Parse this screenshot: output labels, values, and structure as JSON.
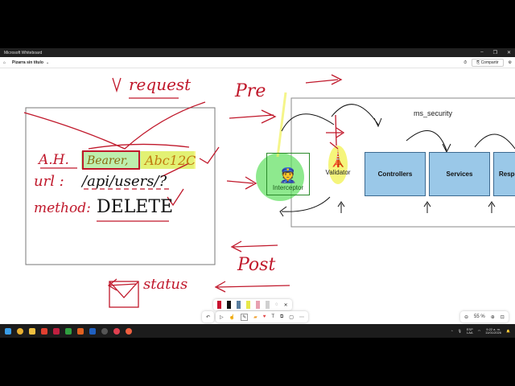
{
  "window": {
    "title": "Microsoft Whiteboard",
    "controls": [
      "–",
      "❐",
      "✕"
    ]
  },
  "appbar": {
    "document_title": "Pizarra sin título",
    "share_label": "Compartir"
  },
  "board": {
    "request_label": "request",
    "pre_label": "Pre",
    "post_label": "Post",
    "status_label": "status",
    "ah_label": "A.H.",
    "bearer": "Bearer,",
    "token": "Abc12C",
    "url_label": "url :",
    "url_value": "/api/users/?",
    "method_label": "method:",
    "method_value": "DELETE",
    "container_title": "ms_security",
    "interceptor": "Interceptor",
    "validator": "Validator",
    "boxes": [
      "Controllers",
      "Services",
      "Resp"
    ]
  },
  "toolbar": {
    "zoom_level": "55 %",
    "pens": [
      "#c8102e",
      "#111111",
      "#5a7fa0",
      "#e8e84a",
      "#e8a0b0",
      "#d0d0d0"
    ]
  },
  "taskbar": {
    "lang": "ESP",
    "lang2": "LAA",
    "time": "9:22 a. m.",
    "date": "11/01/2026"
  },
  "colors": {
    "accent_red": "#c0182b",
    "box_blue": "#9ac8e8",
    "highlight_green": "#5ee05e",
    "highlight_yellow": "#f2f25a"
  }
}
